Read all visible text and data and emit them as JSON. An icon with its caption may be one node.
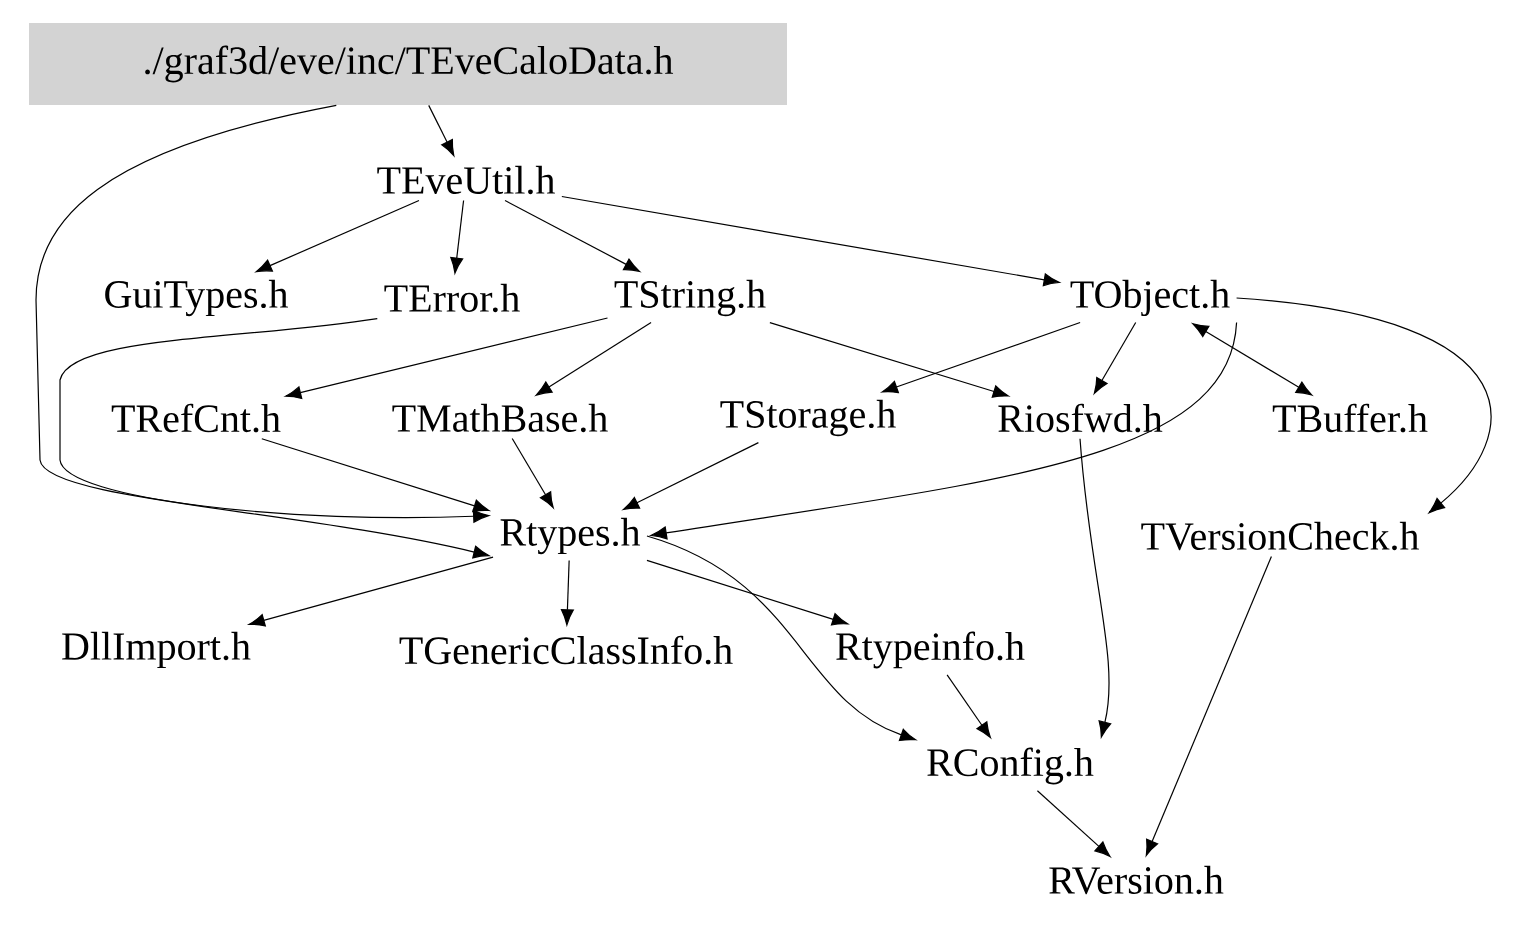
{
  "diagram": {
    "nodes": [
      {
        "text": [
          "./graf3d/eve/inc/TEveCaloData.h"
        ]
      },
      {
        "text": [
          "TEveUtil.h"
        ]
      },
      {
        "text": [
          "GuiTypes.h"
        ]
      },
      {
        "text": [
          "TError.h"
        ]
      },
      {
        "text": [
          "TString.h"
        ]
      },
      {
        "text": [
          "TObject.h"
        ]
      },
      {
        "text": [
          "TRefCnt.h"
        ]
      },
      {
        "text": [
          "TMathBase.h"
        ]
      },
      {
        "text": [
          "TStorage.h"
        ]
      },
      {
        "text": [
          "Riosfwd.h"
        ]
      },
      {
        "text": [
          "TBuffer.h"
        ]
      },
      {
        "text": [
          "Rtypes.h"
        ]
      },
      {
        "text": [
          "TVersionCheck.h"
        ]
      },
      {
        "text": [
          "DllImport.h"
        ]
      },
      {
        "text": [
          "TGenericClassInfo.h"
        ]
      },
      {
        "text": [
          "Rtypeinfo.h"
        ]
      },
      {
        "text": [
          "RConfig.h"
        ]
      },
      {
        "text": [
          "RVersion.h"
        ]
      }
    ],
    "edges": [
      {
        "from": 0,
        "to": 1,
        "arrow": "to"
      },
      {
        "from": 0,
        "to": 11,
        "arrow": "to"
      },
      {
        "from": 1,
        "to": 2,
        "arrow": "to"
      },
      {
        "from": 1,
        "to": 3,
        "arrow": "to"
      },
      {
        "from": 1,
        "to": 4,
        "arrow": "to"
      },
      {
        "from": 1,
        "to": 5,
        "arrow": "to"
      },
      {
        "from": 3,
        "to": 11,
        "arrow": "to"
      },
      {
        "from": 4,
        "to": 6,
        "arrow": "to"
      },
      {
        "from": 4,
        "to": 7,
        "arrow": "to"
      },
      {
        "from": 4,
        "to": 9,
        "arrow": "to"
      },
      {
        "from": 5,
        "to": 8,
        "arrow": "to"
      },
      {
        "from": 5,
        "to": 9,
        "arrow": "to"
      },
      {
        "from": 5,
        "to": 10,
        "arrow": "both"
      },
      {
        "from": 5,
        "to": 11,
        "arrow": "to"
      },
      {
        "from": 5,
        "to": 12,
        "arrow": "to"
      },
      {
        "from": 6,
        "to": 11,
        "arrow": "to"
      },
      {
        "from": 7,
        "to": 11,
        "arrow": "to"
      },
      {
        "from": 8,
        "to": 11,
        "arrow": "to"
      },
      {
        "from": 9,
        "to": 16,
        "arrow": "to"
      },
      {
        "from": 11,
        "to": 13,
        "arrow": "to"
      },
      {
        "from": 11,
        "to": 14,
        "arrow": "to"
      },
      {
        "from": 11,
        "to": 15,
        "arrow": "to"
      },
      {
        "from": 11,
        "to": 16,
        "arrow": "to"
      },
      {
        "from": 15,
        "to": 16,
        "arrow": "to"
      },
      {
        "from": 16,
        "to": 17,
        "arrow": "to"
      },
      {
        "from": 12,
        "to": 17,
        "arrow": "to"
      }
    ]
  }
}
